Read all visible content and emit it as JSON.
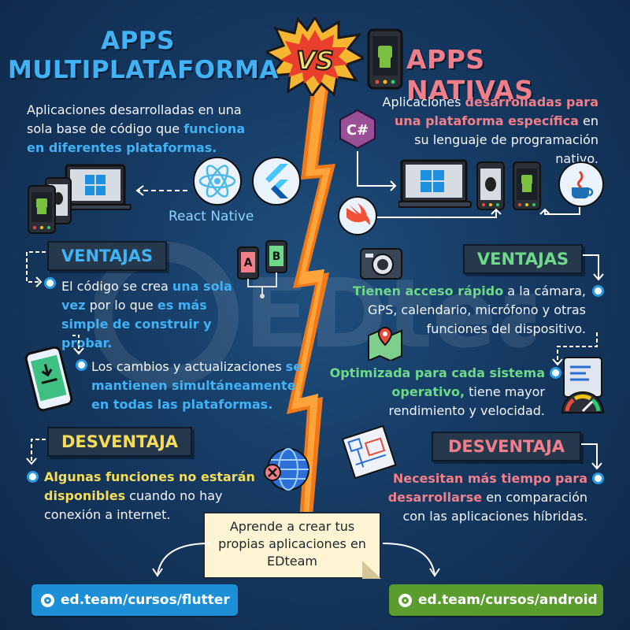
{
  "left": {
    "title_line1": "APPS",
    "title_line2": "MULTIPLATAFORMA",
    "intro_plain1": "Aplicaciones desarrolladas en una sola base de código que ",
    "intro_hl": "funciona en diferentes plataformas.",
    "react_native_label": "React Native",
    "ventajas_title": "VENTAJAS",
    "ventaja1_plain1": "El código se crea ",
    "ventaja1_hl1": "una sola vez",
    "ventaja1_plain2": " por lo que ",
    "ventaja1_hl2": "es más simple de construir y probar.",
    "ventaja2_plain1": "Los cambios y actualizaciones ",
    "ventaja2_hl": "se mantienen simultáneamente en todas las plataformas.",
    "desventaja_title": "DESVENTAJA",
    "desventaja_hl": "Algunas funciones no estarán disponibles",
    "desventaja_plain": " cuando no hay conexión a internet.",
    "link": "ed.team/cursos/flutter"
  },
  "vs_label": "VS",
  "right": {
    "title": "APPS NATIVAS",
    "intro_plain1": "Aplicaciones ",
    "intro_hl": "desarrolladas para una plataforma específica",
    "intro_plain2": " en su lenguaje de programación nativo.",
    "ventajas_title": "VENTAJAS",
    "ventaja1_hl": "Tienen acceso rápido",
    "ventaja1_plain": " a la cámara, GPS, calendario, micrófono y otras funciones del dispositivo.",
    "ventaja2_hl": "Optimizada para cada sistema operativo,",
    "ventaja2_plain": " tiene mayor rendimiento y velocidad.",
    "desventaja_title": "DESVENTAJA",
    "desventaja_hl": "Necesitan más tiempo para desarrollarse",
    "desventaja_plain": " en comparación con las aplicaciones híbridas.",
    "link": "ed.team/cursos/android"
  },
  "note": {
    "text": "Aprende a crear tus propias aplicaciones en EDteam"
  },
  "watermark": "EDteam",
  "icons": {
    "csharp_label": "C#",
    "ab_test_a": "A",
    "ab_test_b": "B"
  },
  "colors": {
    "multiplataforma_accent": "#3fb3f5",
    "nativas_accent": "#f17f8a",
    "ventajas_green": "#6fd98a",
    "desventaja_yellow": "#f5dc5a",
    "flutter_button": "#1c8fd6",
    "android_button": "#5b9c2e"
  }
}
